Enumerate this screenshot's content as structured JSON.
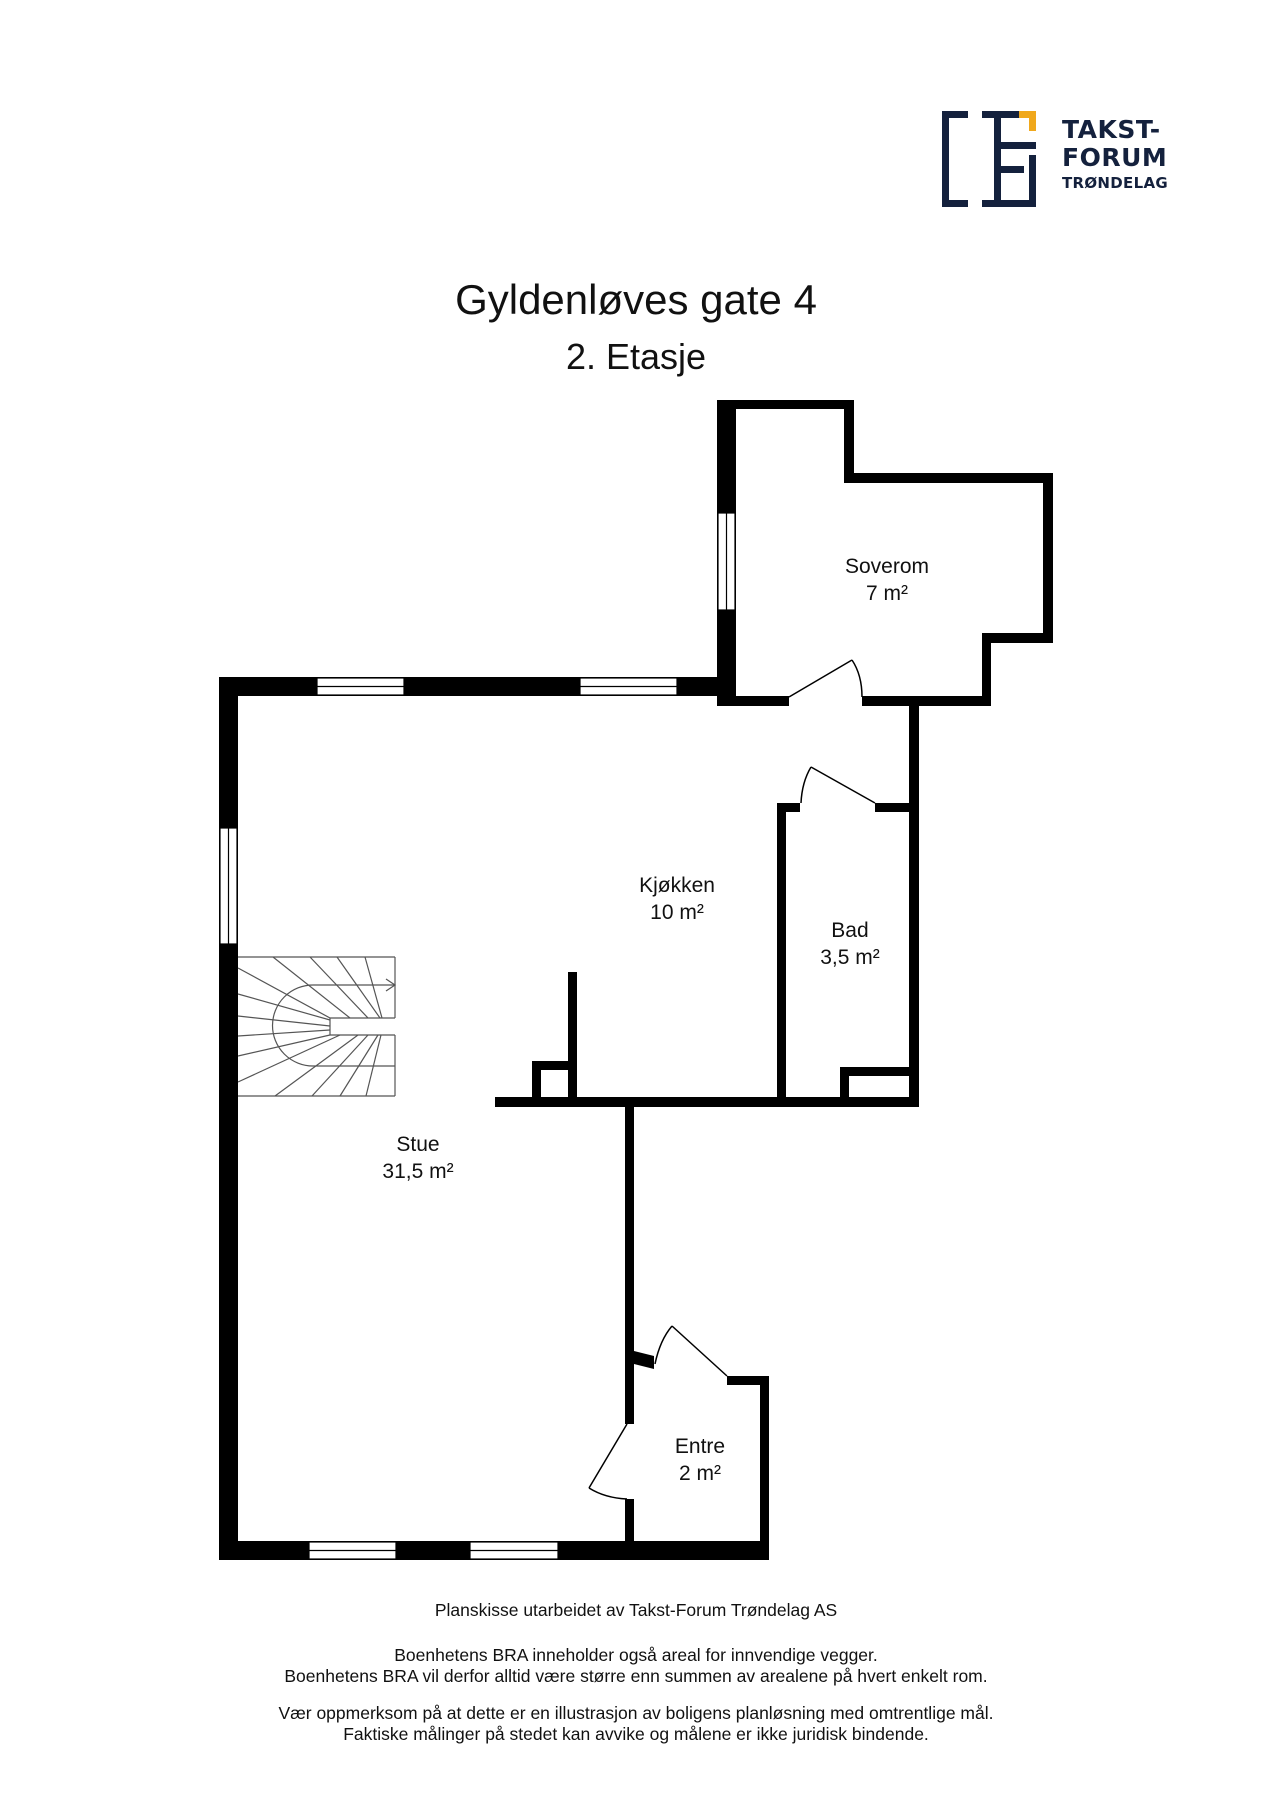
{
  "logo": {
    "line1": "TAKST-",
    "line2": "FORUM",
    "line3": "TRØNDELAG",
    "colors": {
      "navy": "#14213d",
      "accent": "#f0a81c"
    }
  },
  "header": {
    "title": "Gyldenløves gate 4",
    "subtitle": "2. Etasje"
  },
  "rooms": [
    {
      "name": "Soverom",
      "area": "7 m²"
    },
    {
      "name": "Kjøkken",
      "area": "10 m²"
    },
    {
      "name": "Bad",
      "area": "3,5 m²"
    },
    {
      "name": "Stue",
      "area": "31,5 m²"
    },
    {
      "name": "Entre",
      "area": "2 m²"
    }
  ],
  "footer": {
    "credit": "Planskisse utarbeidet av Takst-Forum Trøndelag AS",
    "note1": "Boenhetens BRA inneholder også areal for innvendige vegger.",
    "note2": "Boenhetens BRA vil derfor alltid være større enn summen av arealene på hvert enkelt rom.",
    "disclaimer1": "Vær oppmerksom på at dette er en illustrasjon av boligens planløsning med omtrentlige mål.",
    "disclaimer2": "Faktiske målinger på stedet kan avvike og målene er ikke juridisk bindende."
  }
}
